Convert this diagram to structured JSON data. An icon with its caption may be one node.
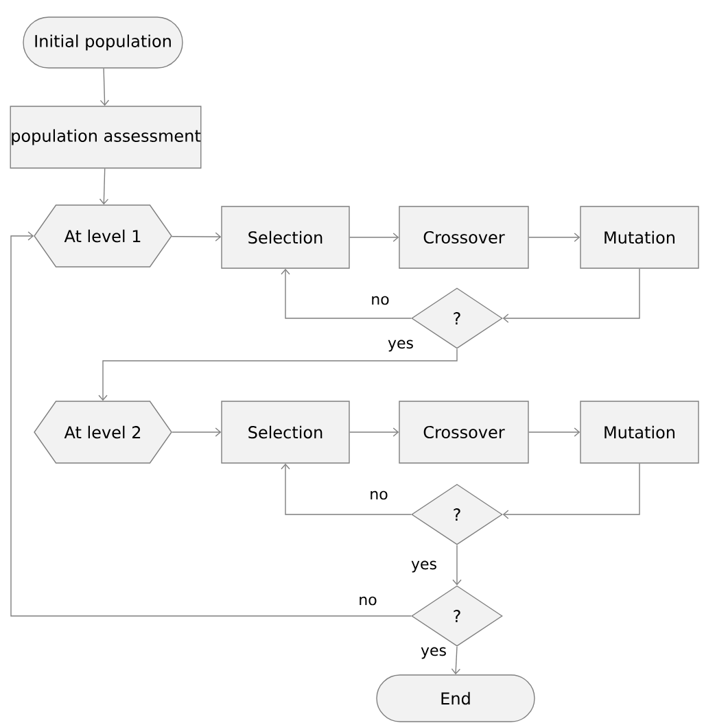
{
  "diagram": {
    "nodes": [
      {
        "text": [
          "Initial population"
        ]
      },
      {
        "text": [
          "population assessment"
        ]
      },
      {
        "text": [
          "At level 1"
        ]
      },
      {
        "text": [
          "Selection"
        ]
      },
      {
        "text": [
          "Crossover"
        ]
      },
      {
        "text": [
          "Mutation"
        ]
      },
      {
        "text": [
          "?"
        ]
      },
      {
        "text": [
          "At level 2"
        ]
      },
      {
        "text": [
          "Selection"
        ]
      },
      {
        "text": [
          "Crossover"
        ]
      },
      {
        "text": [
          "Mutation"
        ]
      },
      {
        "text": [
          "?"
        ]
      },
      {
        "text": [
          "?"
        ]
      },
      {
        "text": [
          "End"
        ]
      }
    ],
    "edges": [
      {
        "from": 0,
        "to": 1,
        "arrow": "to"
      },
      {
        "from": 1,
        "to": 2,
        "arrow": "to"
      },
      {
        "from": 2,
        "to": 3,
        "arrow": "to"
      },
      {
        "from": 3,
        "to": 4,
        "arrow": "to"
      },
      {
        "from": 4,
        "to": 5,
        "arrow": "to"
      },
      {
        "from": 5,
        "to": 6,
        "arrow": "to"
      },
      {
        "from": 6,
        "to": 3,
        "arrow": "to",
        "label": "no"
      },
      {
        "from": 6,
        "to": 7,
        "arrow": "to",
        "label": "yes"
      },
      {
        "from": 7,
        "to": 8,
        "arrow": "to"
      },
      {
        "from": 8,
        "to": 9,
        "arrow": "to"
      },
      {
        "from": 9,
        "to": 10,
        "arrow": "to"
      },
      {
        "from": 10,
        "to": 11,
        "arrow": "to"
      },
      {
        "from": 11,
        "to": 8,
        "arrow": "to",
        "label": "no"
      },
      {
        "from": 11,
        "to": 12,
        "arrow": "to",
        "label": "yes"
      },
      {
        "from": 12,
        "to": 2,
        "arrow": "to",
        "label": "no"
      },
      {
        "from": 12,
        "to": 13,
        "arrow": "to",
        "label": "yes"
      }
    ]
  }
}
